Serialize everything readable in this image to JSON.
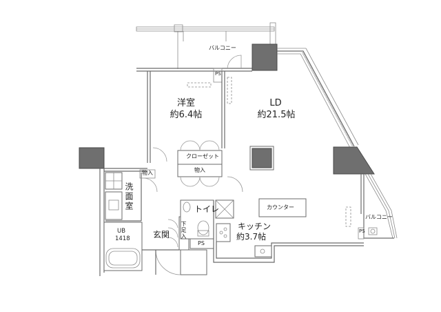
{
  "floorplan": {
    "rooms": {
      "western_room": {
        "name": "洋室",
        "size": "約6.4帖"
      },
      "ld": {
        "name": "LD",
        "size": "約21.5帖"
      },
      "kitchen": {
        "name": "キッチン",
        "size": "約3.7帖"
      },
      "washroom": {
        "name": "洗面室"
      },
      "bath": {
        "name": "UB",
        "size": "1418"
      },
      "entrance": {
        "name": "玄関"
      },
      "toilet": {
        "name": "トイレ"
      }
    },
    "labels": {
      "balcony_top": "バルコニー",
      "balcony_right": "バルコニー",
      "closet": "クローゼット",
      "storage_1": "物入",
      "storage_2": "物入",
      "counter": "カウンター",
      "shoe_storage": "下足入",
      "ps_top": "PS",
      "ps_toilet": "PS",
      "ps_right": "PS"
    }
  }
}
